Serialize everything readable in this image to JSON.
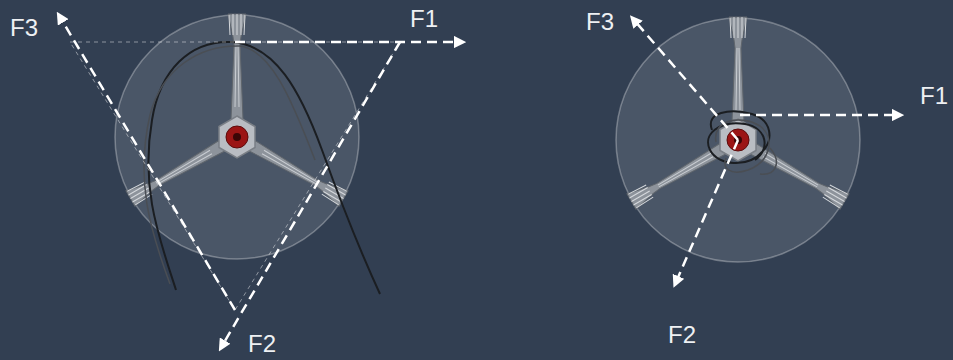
{
  "diagram": {
    "labels": [
      "F3",
      "F1",
      "F2",
      "F3",
      "F1",
      "F2"
    ]
  }
}
